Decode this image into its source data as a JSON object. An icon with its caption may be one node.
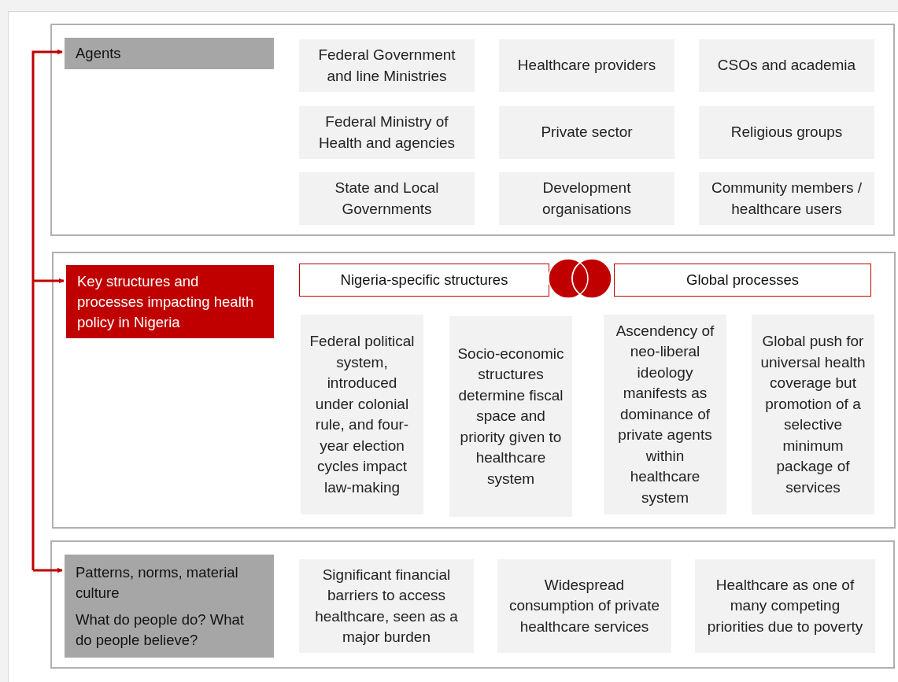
{
  "diagram": {
    "nodes": [
      {
        "text": [],
        "shape": "box"
      },
      {
        "text": [
          "Agents"
        ],
        "in": 0
      },
      {
        "text": [
          "Federal Government and line Ministries"
        ],
        "in": 0
      },
      {
        "text": [
          "Healthcare providers"
        ],
        "in": 0
      },
      {
        "text": [
          "CSOs and academia"
        ],
        "in": 0
      },
      {
        "text": [
          "Federal Ministry of Health and agencies"
        ],
        "in": 0
      },
      {
        "text": [
          "Private sector"
        ],
        "in": 0
      },
      {
        "text": [
          "Religious groups"
        ],
        "in": 0
      },
      {
        "text": [
          "State and Local Governments"
        ],
        "in": 0
      },
      {
        "text": [
          "Development organisations"
        ],
        "in": 0
      },
      {
        "text": [
          "Community members /  healthcare users"
        ],
        "in": 0
      },
      {
        "text": [],
        "shape": "box"
      },
      {
        "text": [
          "Key structures and processes impacting health policy in Nigeria"
        ],
        "in": 11
      },
      {
        "text": [
          "Nigeria-specific structures"
        ],
        "in": 11
      },
      {
        "text": [
          "Global processes"
        ],
        "in": 11
      },
      {
        "text": [
          "Federal political system, introduced under colonial rule, and four-year election cycles impact law-making"
        ],
        "in": 11
      },
      {
        "text": [
          "Socio-economic structures determine fiscal space and priority given to healthcare system"
        ],
        "in": 11
      },
      {
        "text": [
          "Ascendency of neo-liberal ideology manifests as dominance of private agents within healthcare system"
        ],
        "in": 11
      },
      {
        "text": [
          "Global push for universal health coverage but promotion of a selective minimum package of services"
        ],
        "in": 11
      },
      {
        "text": [],
        "shape": "box"
      },
      {
        "text": [
          "Patterns, norms, material culture",
          "What do people do? What do people believe?"
        ],
        "in": 19
      },
      {
        "text": [
          "Significant financial barriers to access healthcare, seen as a major burden"
        ],
        "in": 19
      },
      {
        "text": [
          "Widespread consumption of private healthcare services"
        ],
        "in": 19
      },
      {
        "text": [
          "Healthcare as one of many competing priorities due to poverty"
        ],
        "in": 19
      }
    ],
    "edges": [
      {
        "from": null,
        "to": 1,
        "arrow": "to",
        "color": "#c00000"
      },
      {
        "from": null,
        "to": 12,
        "arrow": "to",
        "color": "#c00000"
      },
      {
        "from": null,
        "to": 20,
        "arrow": "to",
        "color": "#c00000"
      }
    ]
  }
}
